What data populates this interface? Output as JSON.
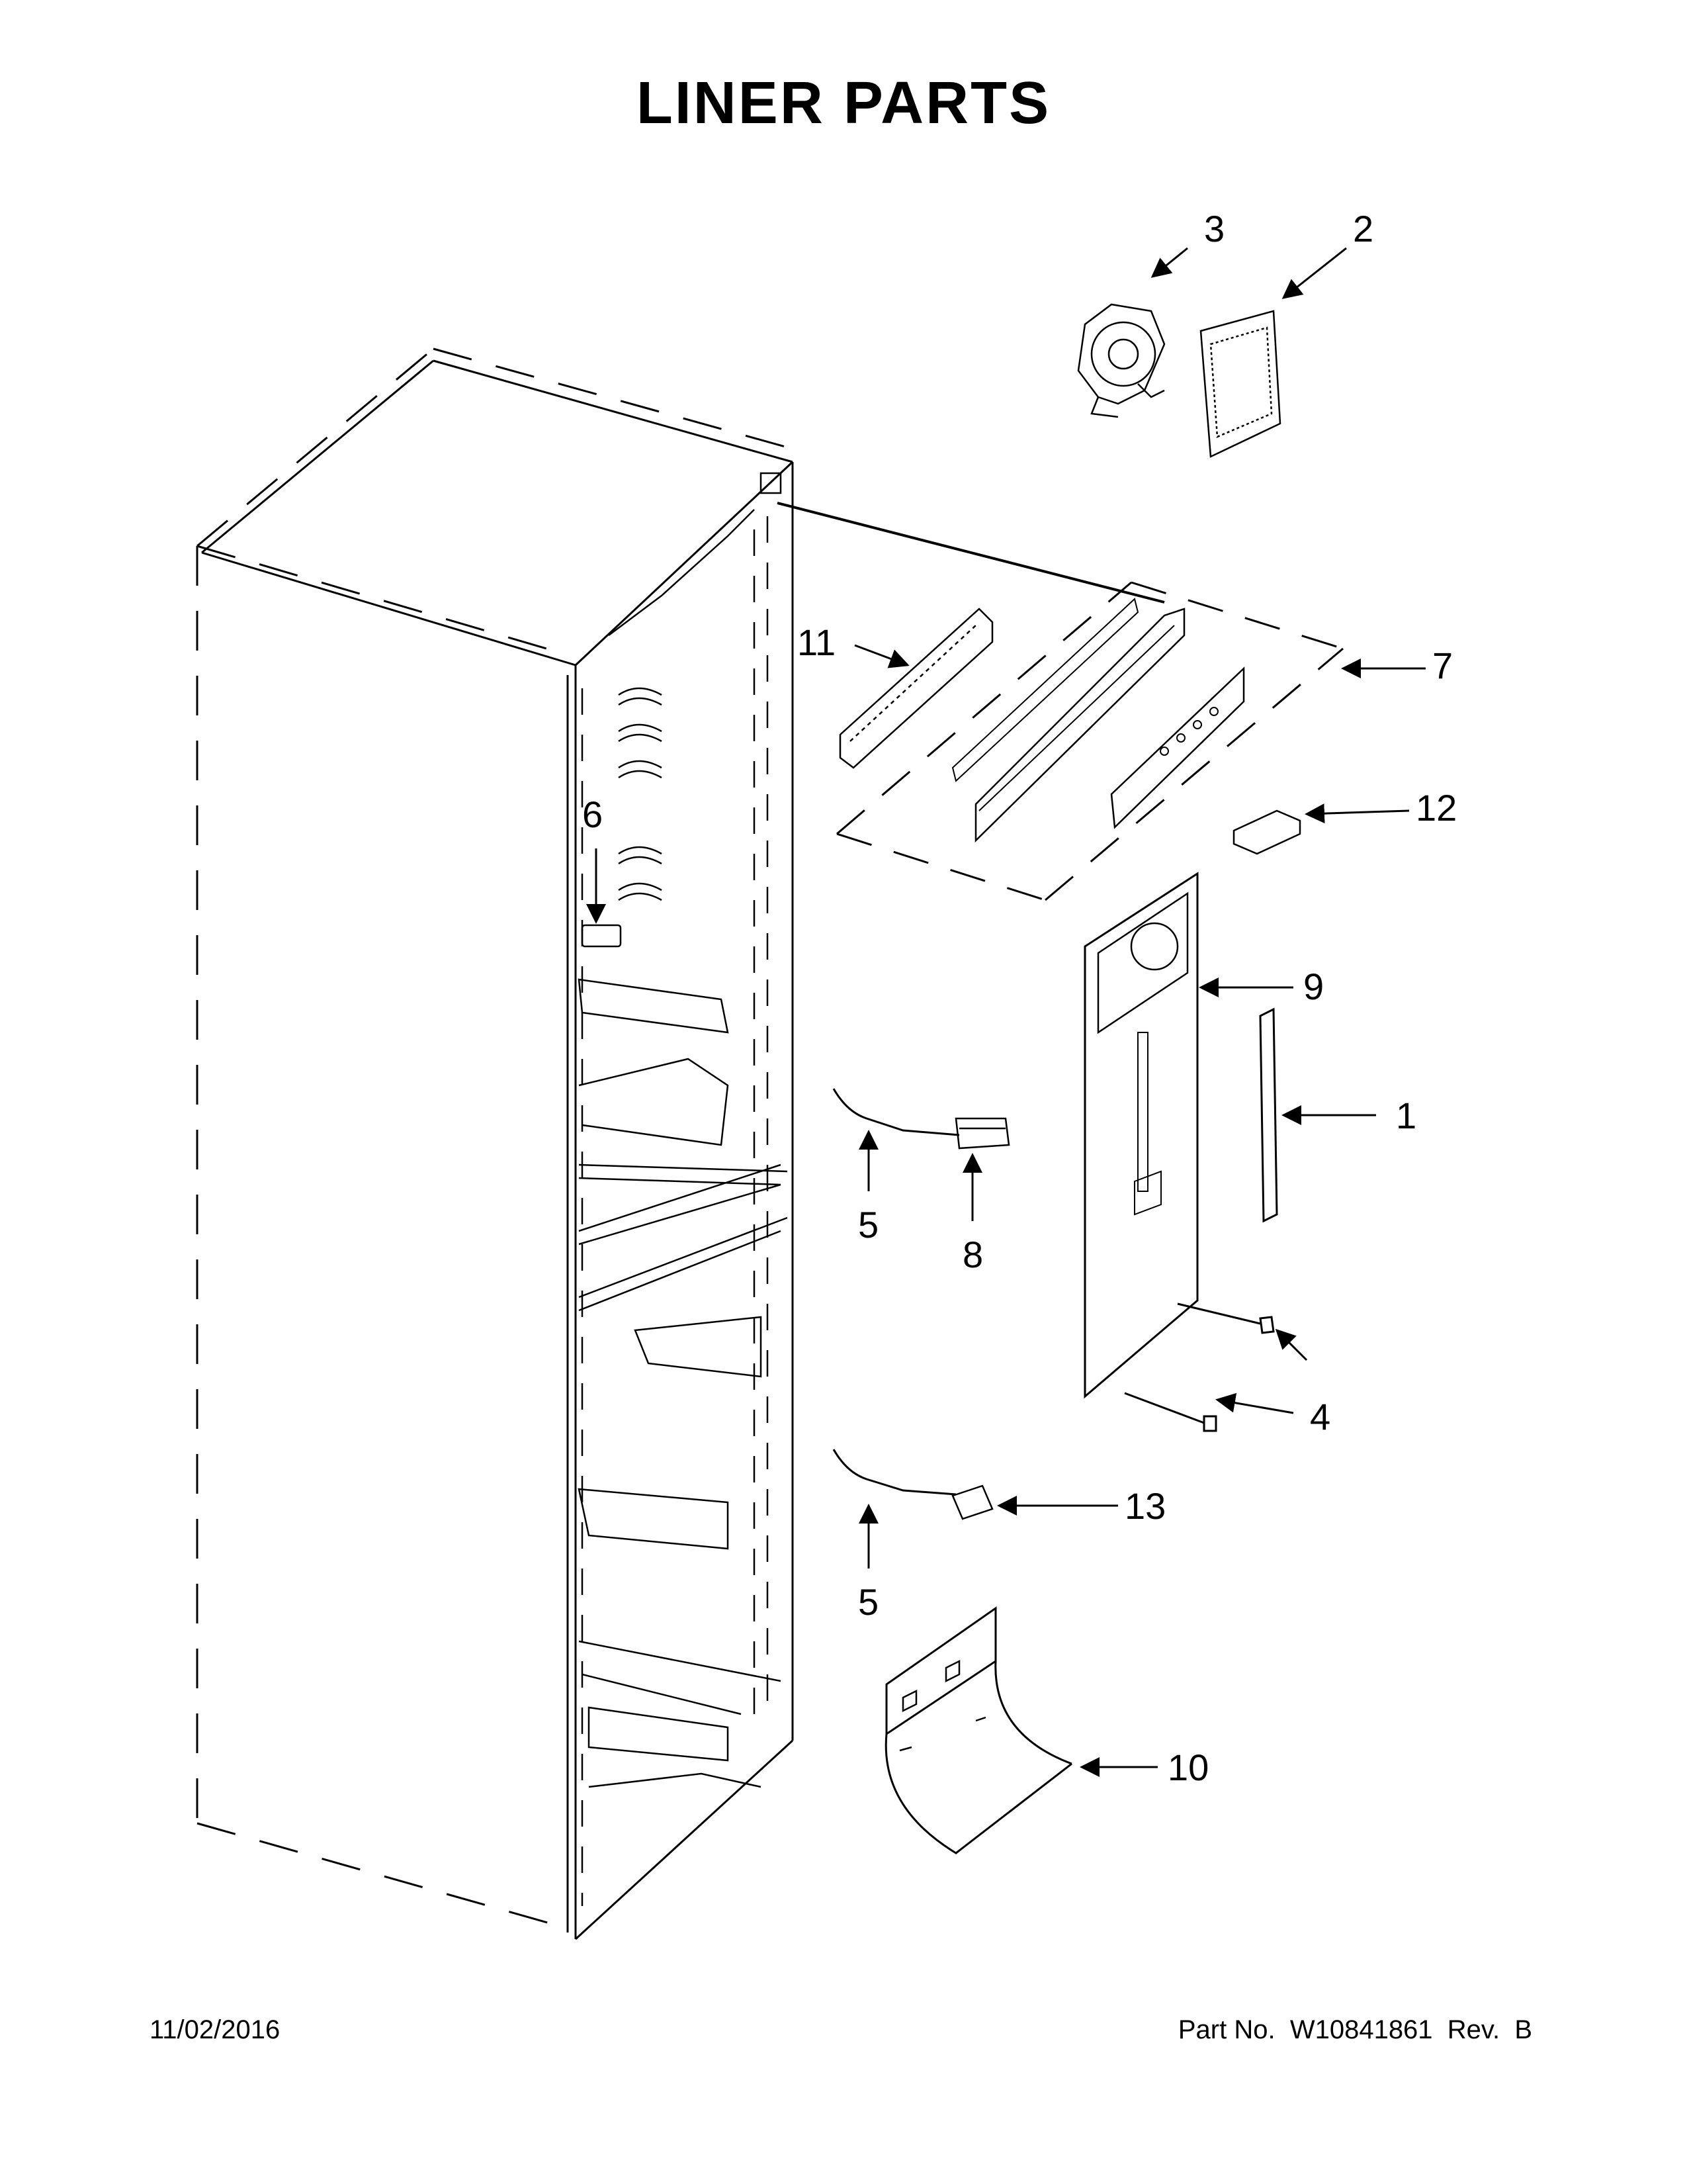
{
  "title": "LINER PARTS",
  "footer": {
    "date": "11/02/2016",
    "part_label": "Part No.",
    "part_number": "W10841861",
    "rev_label": "Rev.",
    "rev": "B"
  },
  "callouts": {
    "c1": "1",
    "c2": "2",
    "c3": "3",
    "c4": "4",
    "c5a": "5",
    "c5b": "5",
    "c6": "6",
    "c7": "7",
    "c8": "8",
    "c9": "9",
    "c10": "10",
    "c11": "11",
    "c12": "12",
    "c13": "13"
  }
}
